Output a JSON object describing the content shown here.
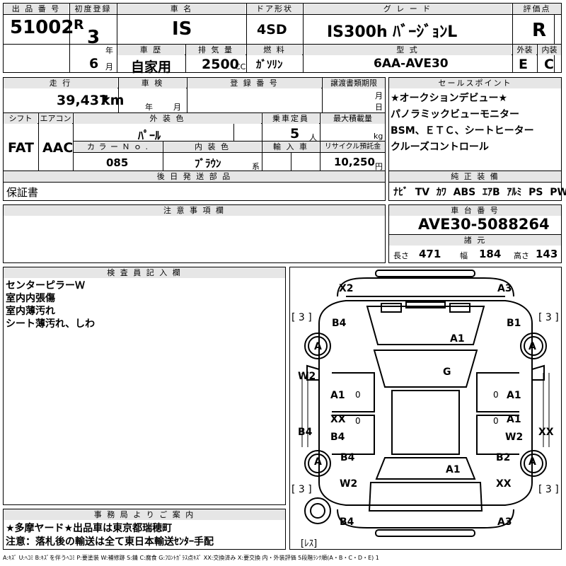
{
  "header": {
    "lot_label": "出 品 番 号",
    "lot": "51002",
    "reg_label": "初度登録",
    "era": "R",
    "year": "3",
    "year_unit": "年",
    "month": "6",
    "month_unit": "月",
    "name_label": "車 名",
    "name": "IS",
    "door_label": "ドア形状",
    "door": "4SD",
    "grade_label": "グ レ ー ド",
    "grade": "IS300h ﾊﾞｰｼﾞｮﾝL",
    "score_label": "評価点",
    "score": "R",
    "history_label": "車 歴",
    "history": "自家用",
    "disp_label": "排 気 量",
    "disp": "2500",
    "disp_unit": "CC",
    "fuel_label": "燃 料",
    "fuel": "ｶﾞｿﾘﾝ",
    "model_label": "型 式",
    "model": "6AA-AVE30",
    "ext_label": "外装",
    "ext": "E",
    "int_label": "内装",
    "int": "C"
  },
  "row2": {
    "mileage_label": "走 行",
    "mileage": "39,437",
    "mileage_unit": "km",
    "inspect_label": "車 検",
    "inspect_y": "年",
    "inspect_m": "月",
    "regno_label": "登 録 番 号",
    "transfer_label": "譲渡書類期限",
    "transfer_m": "月",
    "transfer_d": "日",
    "shift_label": "シフト",
    "shift": "FAT",
    "ac_label": "エアコン",
    "ac": "AAC",
    "color_label": "外 装 色",
    "color": "ﾊﾟｰﾙ",
    "seats_label": "乗車定員",
    "seats": "5",
    "seats_unit": "人",
    "load_label": "最大積載量",
    "load_unit": "kg",
    "colorno_label": "カ ラ ー Ｎ ｏ .",
    "colorno": "085",
    "intcolor_label": "内 装 色",
    "intcolor": "ﾌﾞﾗｳﾝ",
    "intcolor_unit": "系",
    "import_label": "輸 入 車",
    "recycle_label": "リサイクル預託金",
    "recycle": "10,250",
    "recycle_unit": "円",
    "later_label": "後 日 発 送 部 品",
    "later": "保証書"
  },
  "selling": {
    "label": "セールスポイント",
    "points": [
      "★オークションデビュー★",
      "パノラミックビューモニター",
      "BSM、ＥＴＣ、シートヒーター",
      "クルーズコントロール"
    ]
  },
  "equipment": {
    "label": "純 正 装 備",
    "items": "ﾅﾋﾞ  TV  ｶﾜ  ABS  ｴｱB  ｱﾙﾐ  PS  PW"
  },
  "caution": {
    "label": "注 意 事 項 欄"
  },
  "chassis": {
    "label": "車 台 番 号",
    "number": "AVE30-5088264",
    "dims_label": "諸 元",
    "length_label": "長さ",
    "length": "471",
    "width_label": "幅",
    "width": "184",
    "height_label": "高さ",
    "height": "143"
  },
  "inspector": {
    "label": "検 査 員 記 入 欄",
    "lines": [
      "センターピラーＷ",
      "室内内張傷",
      "室内薄汚れ",
      "シート薄汚れ、しわ"
    ]
  },
  "office": {
    "label": "事 務 局 よ り ご 案 内",
    "lines": [
      "★多摩ヤード★出品車は東京都瑞穂町",
      "注意：落札後の輸送は全て東日本輸送ｾﾝﾀｰ手配"
    ]
  },
  "diagram": {
    "tire_tl": "[ 3 ]",
    "tire_tr": "[ 3 ]",
    "tire_bl": "[ 3 ]",
    "tire_br": "[ 3 ]",
    "spare": "[ﾚｽ]",
    "d_x2": "X2",
    "d_a3_top": "A3",
    "d_b4_tl": "B4",
    "d_b1_tr": "B1",
    "d_a_fl": "A",
    "d_a_fr": "A",
    "d_a1_hood": "A1",
    "d_g": "G",
    "d_w2_l": "W2",
    "d_a1_l": "A1",
    "d_a1_r": "A1",
    "d_xx_l": "XX",
    "d_a1_r2": "A1",
    "d_b4_l": "B4",
    "d_b4_l2": "B4",
    "d_w2_r": "W2",
    "d_xx_r": "XX",
    "d_a_rl": "A",
    "d_a_rr": "A",
    "d_b4_rl": "B4",
    "d_b2_rr": "B2",
    "d_a1_trunk": "A1",
    "d_w2_bl": "W2",
    "d_xx_br": "XX",
    "d_b4_bottom": "B4",
    "d_a3_bottom": "A3",
    "d_0a": "0",
    "d_0b": "0",
    "d_0c": "0",
    "d_0d": "0"
  },
  "legend": "A:ｷｽﾞ  U:ﾍｺﾐ  B:ｷｽﾞを伴うﾍｺﾐ  P:要塗装  W:補修跡  S:錆  C:腐食  G:ﾌﾛﾝﾄｶﾞﾗｽ点ｷｽﾞ  XX:交換済み  X:要交換   内・外装評価  5段階ﾗﾝｸ順(A・B・C・D・E) 1"
}
